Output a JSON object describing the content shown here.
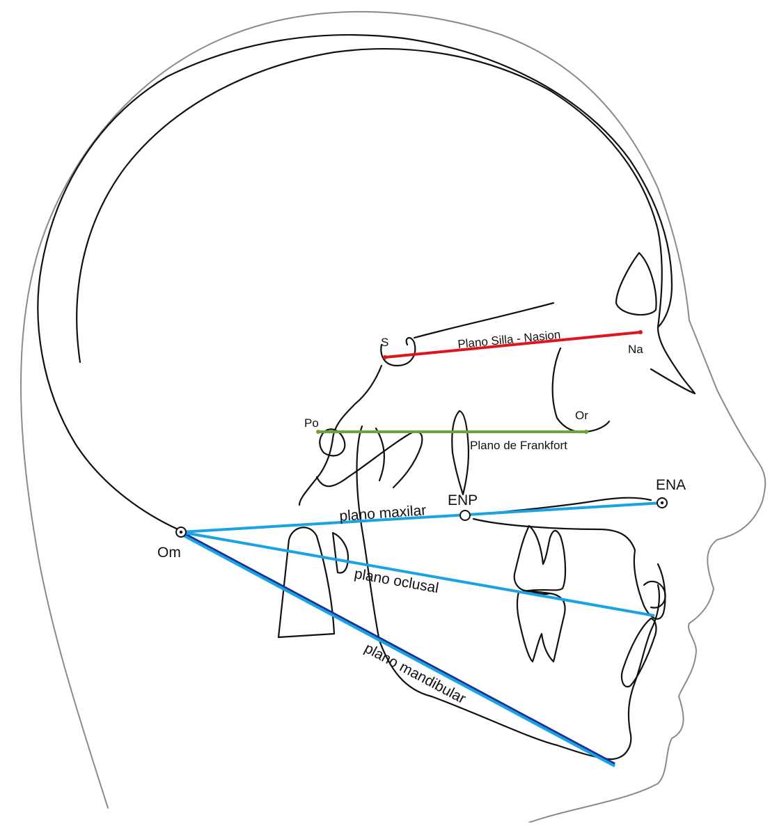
{
  "colors": {
    "sella_nasion_plane": "#e0141b",
    "frankfort_plane": "#6ea33b",
    "blue_planes": "#1aa3e3",
    "mandibular_plane_underlay": "#1b2f8f",
    "outline": "#111111",
    "skin": "#8a8a8a"
  },
  "points": {
    "s": "S",
    "na": "Na",
    "po": "Po",
    "or": "Or",
    "enp": "ENP",
    "ena": "ENA",
    "om": "Om"
  },
  "planes": {
    "silla_nasion": "Plano Silla - Nasion",
    "frankfort": "Plano de Frankfort",
    "maxilar": "plano maxilar",
    "oclusal": "plano oclusal",
    "mandibular": "plano mandibular"
  }
}
